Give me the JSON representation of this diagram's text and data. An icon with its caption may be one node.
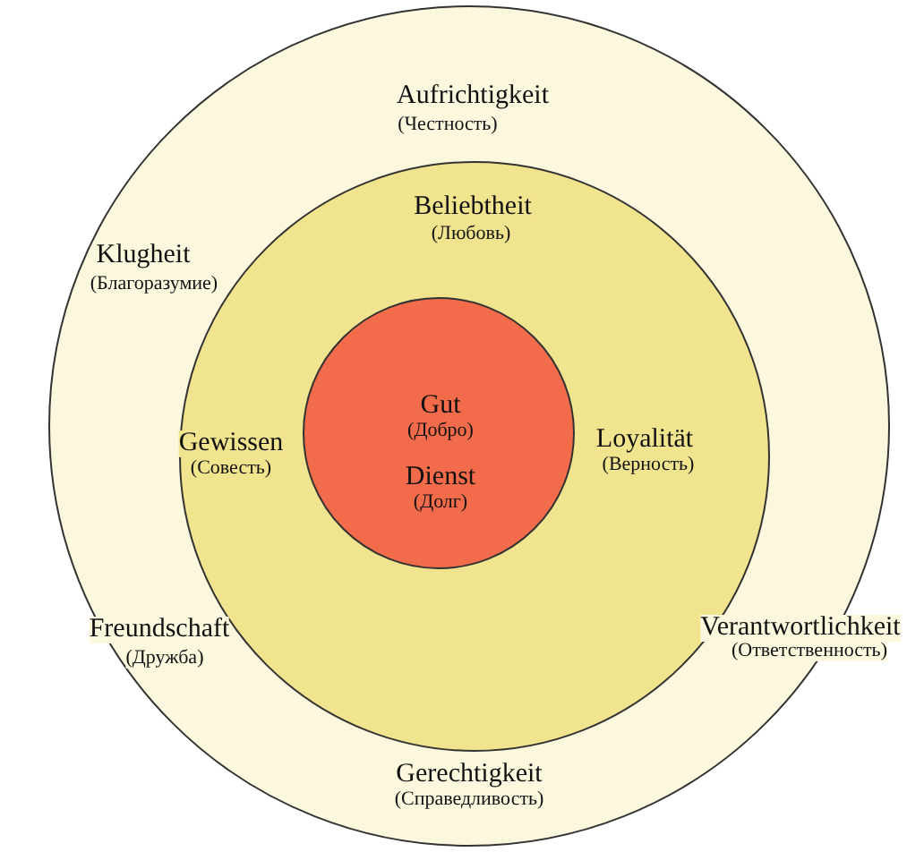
{
  "diagram": {
    "nodes": [
      {
        "text": [
          "Aufrichtigkeit",
          "(Честность)",
          "Klugheit",
          "(Благоразумие)",
          "Freundschaft",
          "(Дружба)",
          "Verantwortlichkeit",
          "(Ответственность)",
          "Gerechtigkeit",
          "(Справедливость)"
        ]
      },
      {
        "text": [
          "Beliebtheit",
          "(Любовь)",
          "Gewissen",
          "(Совесть)",
          "Loyalität",
          "(Верность)"
        ],
        "in": 0
      },
      {
        "text": [
          "Gut",
          "(Добро)",
          "Dienst",
          "(Долг)"
        ],
        "in": 1
      }
    ]
  }
}
